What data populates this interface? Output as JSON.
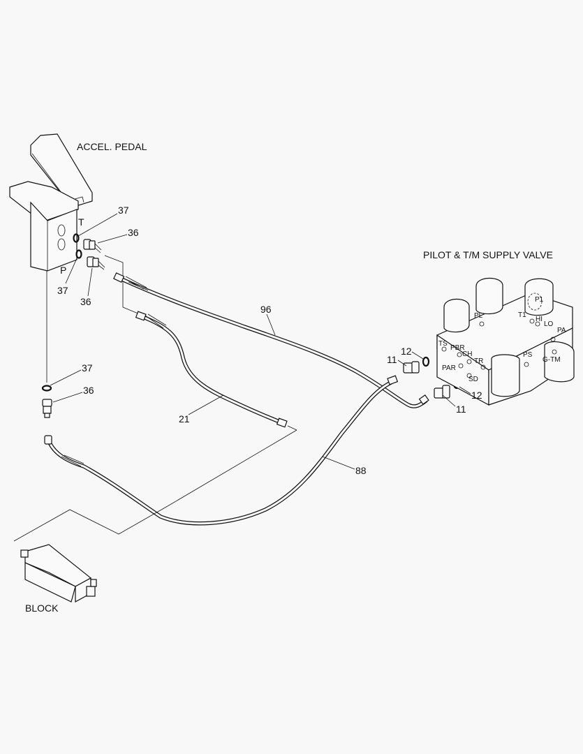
{
  "labels": {
    "accel_pedal": "ACCEL. PEDAL",
    "pilot_valve": "PILOT & T/M SUPPLY VALVE",
    "block": "BLOCK",
    "port_t": "T",
    "port_p": "P"
  },
  "valve_ports": {
    "pl": "PL",
    "p1": "P1",
    "t1": "T1",
    "hi": "HI",
    "lo": "LO",
    "pa": "PA",
    "ts": "TS",
    "pbr": "PBR",
    "ch": "CH",
    "tr": "TR",
    "par": "PAR",
    "sd": "SD",
    "ps": "PS",
    "gtm": "G-TM"
  },
  "callouts": {
    "c37_top": "37",
    "c36_top": "36",
    "c37_mid": "37",
    "c36_mid": "36",
    "c37_low": "37",
    "c36_low": "36",
    "c96": "96",
    "c21": "21",
    "c88": "88",
    "c12_up": "12",
    "c11_up": "11",
    "c12_low": "12",
    "c11_low": "11"
  }
}
